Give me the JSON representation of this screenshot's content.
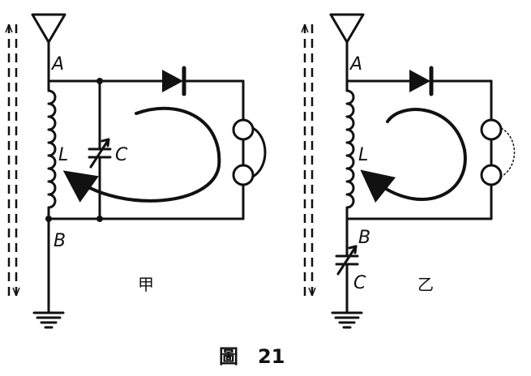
{
  "left": {
    "antenna_point_label": "A",
    "coil_label": "L",
    "capacitor_label": "C",
    "ground_point_label": "B",
    "panel_label": "甲"
  },
  "right": {
    "antenna_point_label": "A",
    "coil_label": "L",
    "capacitor_top_label": "B",
    "capacitor_label": "C",
    "panel_label": "乙"
  },
  "caption": {
    "figure_word": "圖",
    "figure_number": "21"
  }
}
